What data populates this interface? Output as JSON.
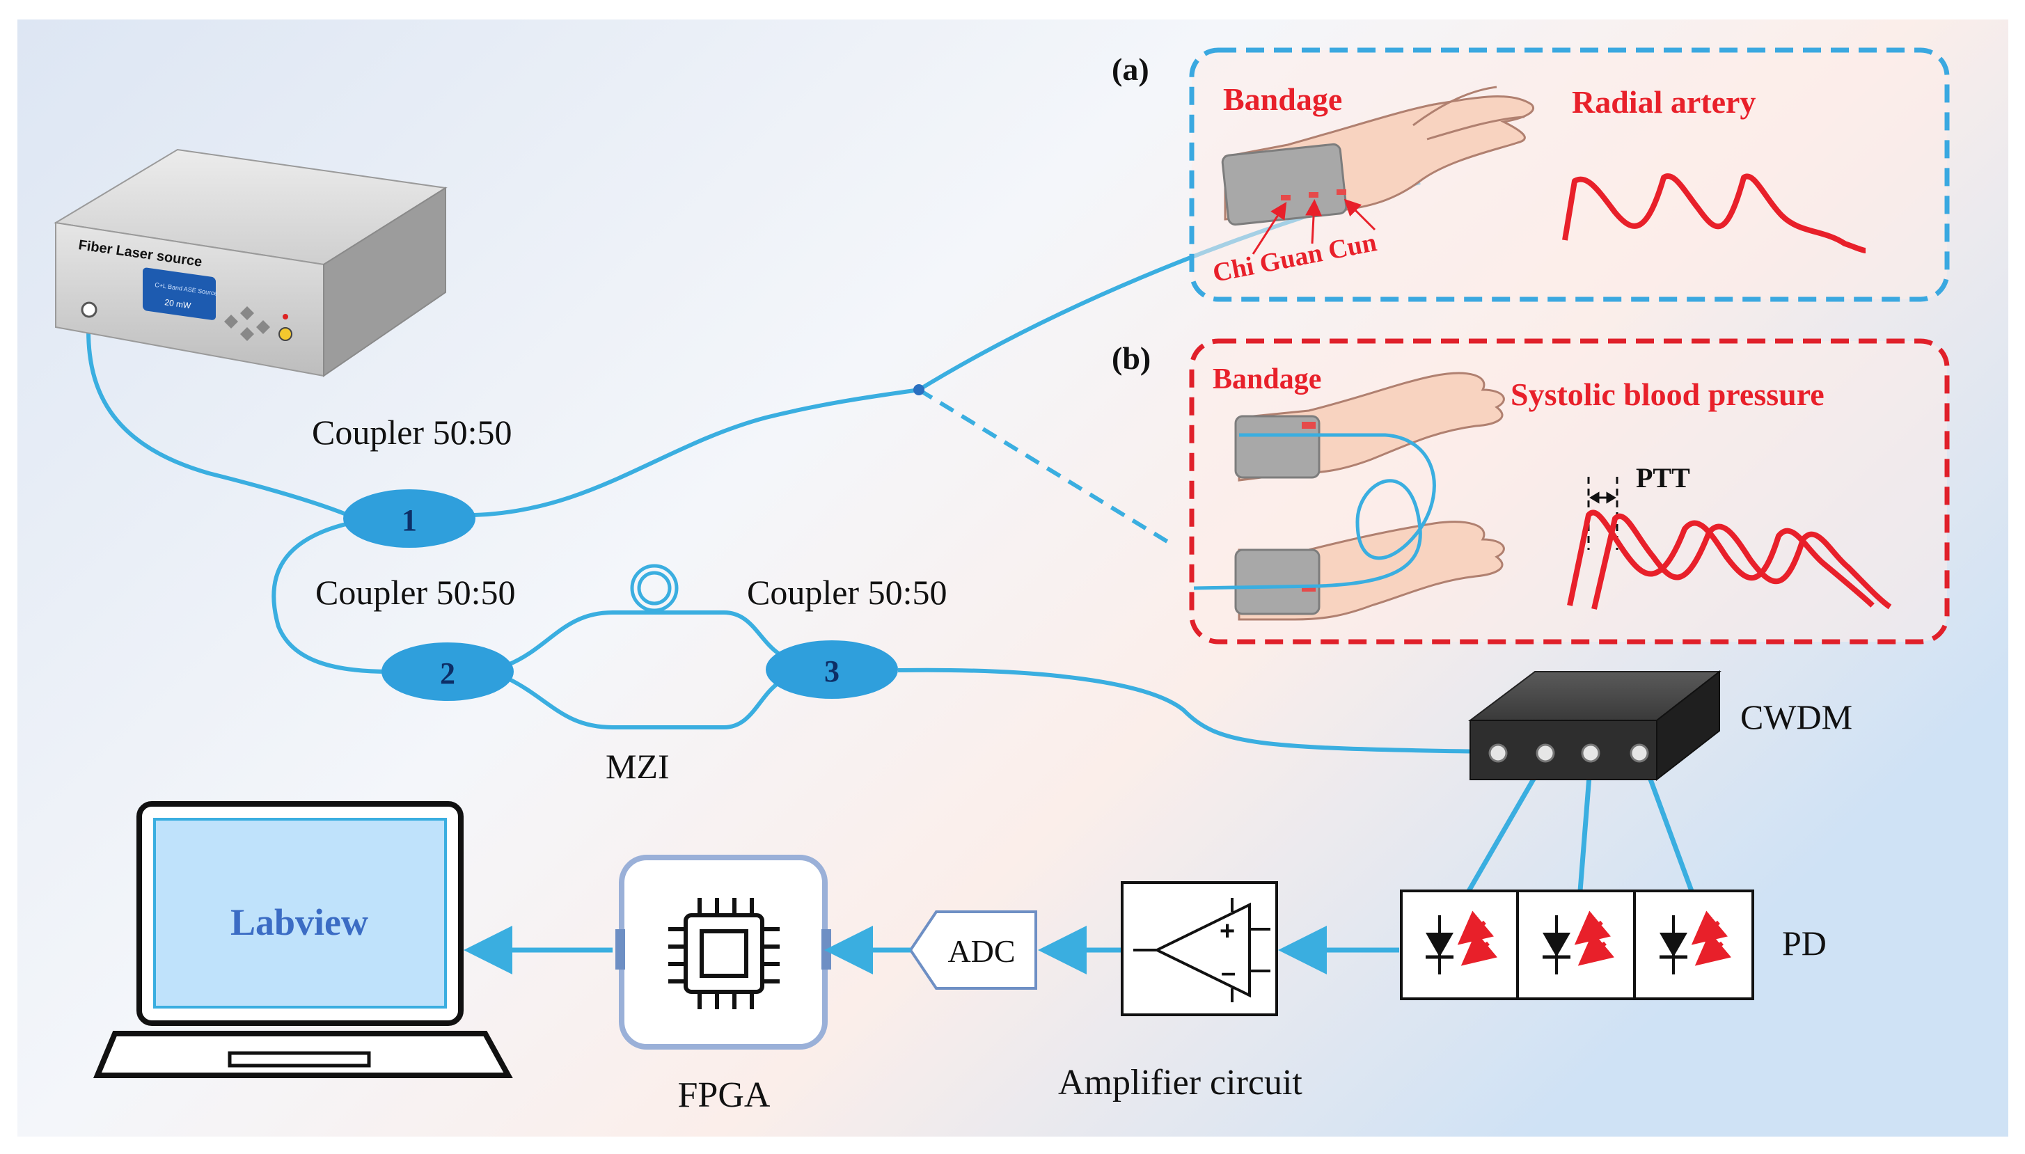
{
  "laser": {
    "label": "Fiber Laser source",
    "screen_title": "C+L Band ASE Source",
    "screen_value": "20 mW"
  },
  "couplers": [
    {
      "number": "1",
      "label": "Coupler 50:50"
    },
    {
      "number": "2",
      "label": "Coupler 50:50"
    },
    {
      "number": "3",
      "label": "Coupler 50:50"
    }
  ],
  "mzi_label": "MZI",
  "panel_a": {
    "tag": "(a)",
    "bandage": "Bandage",
    "title": "Radial artery",
    "points": "Chi Guan Cun"
  },
  "panel_b": {
    "tag": "(b)",
    "bandage": "Bandage",
    "title": "Systolic blood pressure",
    "ptt": "PTT"
  },
  "cwdm_label": "CWDM",
  "pd_label": "PD",
  "amplifier_label": "Amplifier circuit",
  "amp_plus": "+",
  "amp_minus": "–",
  "adc_label": "ADC",
  "fpga_label": "FPGA",
  "laptop_screen_text": "Labview",
  "colors": {
    "fiber": "#3aaee0",
    "coupler": "#2f9fdc",
    "panel_a_border": "#3aa8e0",
    "panel_b_border": "#e0202a",
    "signal_red": "#e8202a",
    "fpga_blue": "#6e8fc4",
    "labview_text": "#3b6cc4"
  }
}
